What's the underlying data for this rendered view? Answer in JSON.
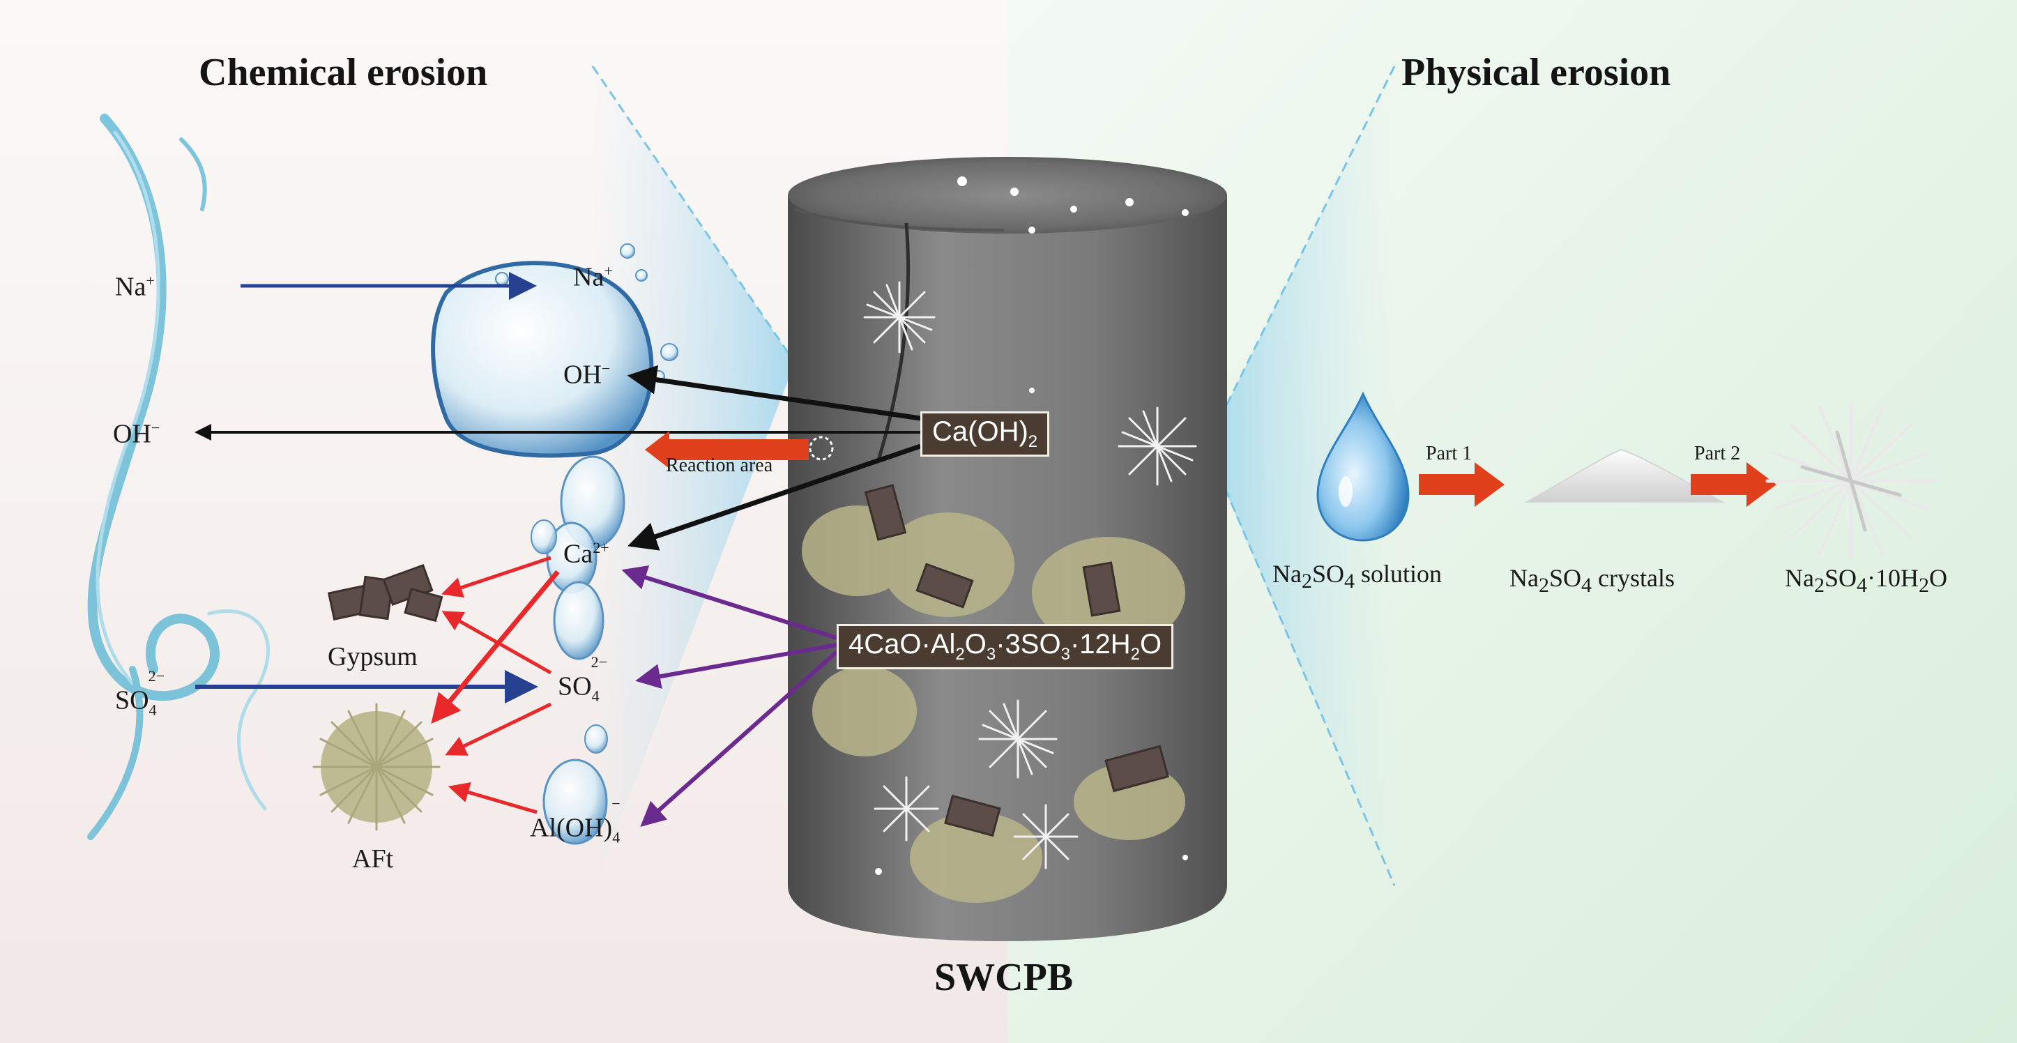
{
  "titles": {
    "chemical": "Chemical erosion",
    "physical": "Physical erosion",
    "specimen": "SWCPB"
  },
  "left_ions": {
    "na": {
      "base": "Na",
      "sup": "+"
    },
    "oh": {
      "base": "OH",
      "sup": "−"
    },
    "so4": {
      "base": "SO",
      "sub": "4",
      "sup": "2−"
    }
  },
  "bubble_ions": {
    "na": {
      "base": "Na",
      "sup": "+"
    },
    "oh": {
      "base": "OH",
      "sup": "−"
    },
    "ca": {
      "base": "Ca",
      "sup": "2+"
    },
    "so4": {
      "base": "SO",
      "sub": "4",
      "sup": "2−"
    },
    "aloh": {
      "base": "Al(OH)",
      "sub": "4",
      "sup": "−"
    }
  },
  "products": {
    "gypsum": "Gypsum",
    "aft": "AFt"
  },
  "boxes": {
    "caoh2": {
      "base": "Ca(OH)",
      "sub": "2"
    },
    "ettringite": {
      "p1": "4CaO·Al",
      "s1": "2",
      "p2": "O",
      "s2": "3",
      "p3": "·3SO",
      "s3": "3",
      "p4": "·12H",
      "s4": "2",
      "p5": "O"
    }
  },
  "reaction_area": "Reaction area",
  "physical_steps": {
    "part1": "Part 1",
    "part2": "Part 2",
    "solution": {
      "p1": "Na",
      "s1": "2",
      "p2": "SO",
      "s2": "4",
      "p3": " solution"
    },
    "crystals": {
      "p1": "Na",
      "s1": "2",
      "p2": "SO",
      "s2": "4",
      "p3": " crystals"
    },
    "hydrate": {
      "p1": "Na",
      "s1": "2",
      "p2": "SO",
      "s2": "4",
      "p3": "·10H",
      "s3": "2",
      "p4": "O"
    }
  },
  "colors": {
    "blue_arrow": "#25418f",
    "black_arrow": "#111111",
    "red_arrow": "#e8282a",
    "purple_arrow": "#6a2a8e",
    "orange_arrow": "#e0401c",
    "box_fill": "#4a3c30",
    "water": "#5fb9d6"
  }
}
